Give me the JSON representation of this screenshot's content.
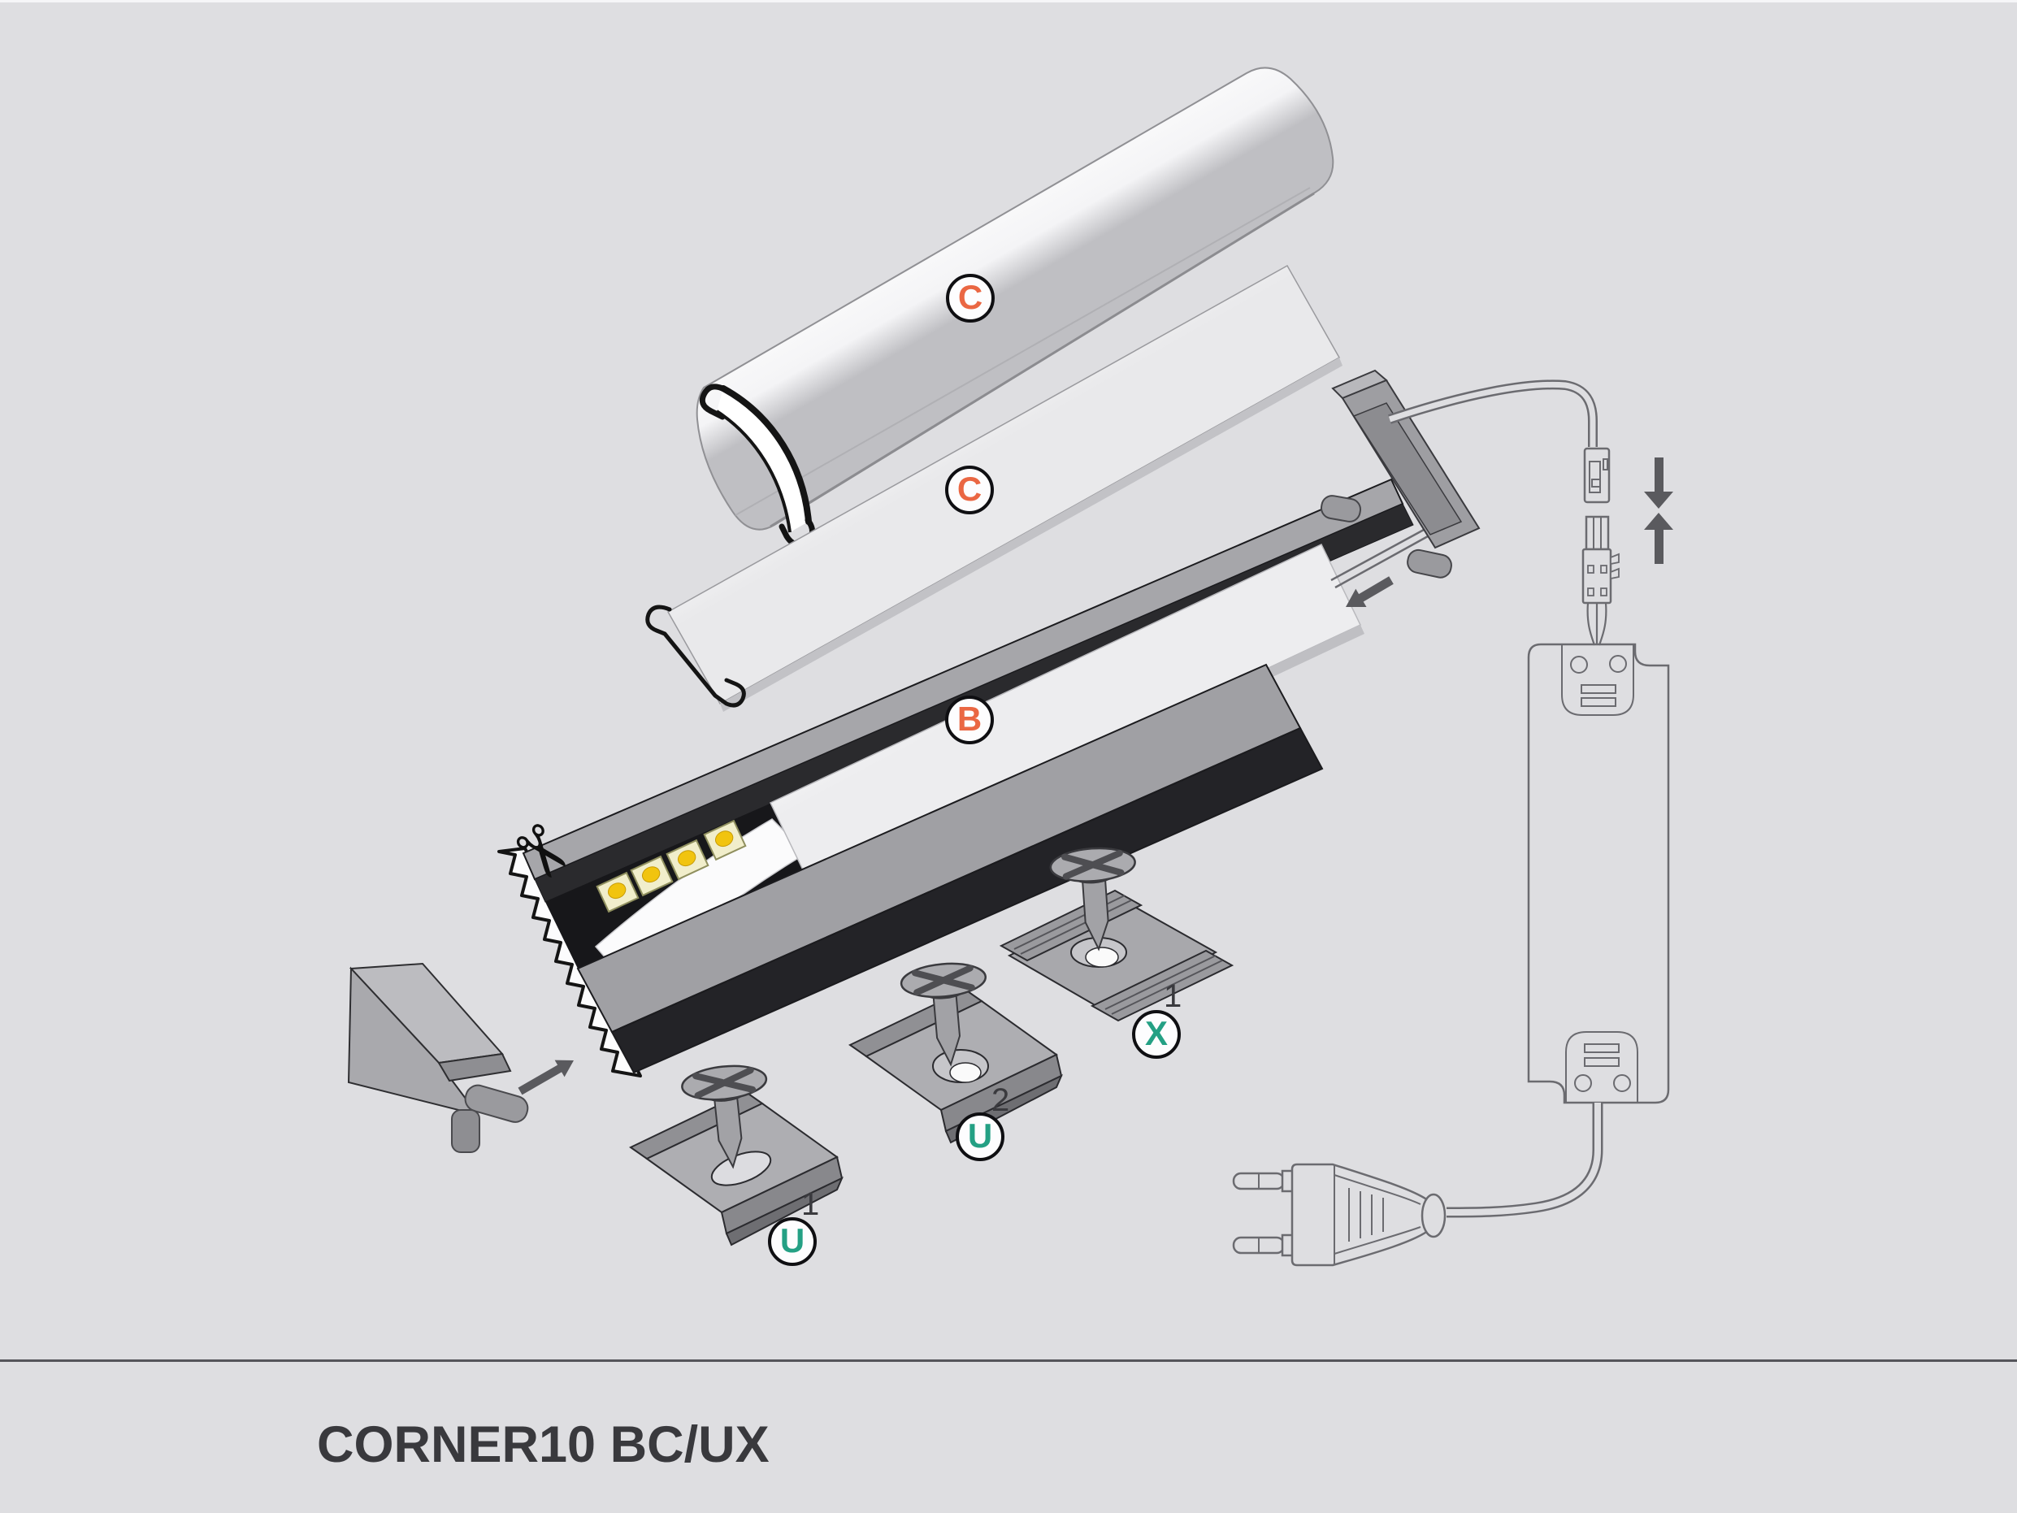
{
  "title": "CORNER10 BC/UX",
  "icons": {
    "scissors": "✂"
  },
  "colors": {
    "background": "#dedee1",
    "accent_orange": "#ea6743",
    "accent_teal": "#24a084",
    "outline_gray": "#6b6b70",
    "arrow_gray": "#5a5a5e",
    "title_text": "#39393d",
    "profile_dark": "#232326",
    "aluminum_gray": "#a6a6aa",
    "led_yellow": "#f1c40f"
  },
  "badges": [
    {
      "id": "cover-round",
      "letter": "C",
      "sup": "",
      "color": "#ea6743"
    },
    {
      "id": "cover-flat",
      "letter": "C",
      "sup": "",
      "color": "#ea6743"
    },
    {
      "id": "profile",
      "letter": "B",
      "sup": "",
      "color": "#ea6743"
    },
    {
      "id": "clip-u1",
      "letter": "U",
      "sup": "1",
      "color": "#24a084"
    },
    {
      "id": "clip-u2",
      "letter": "U",
      "sup": "2",
      "color": "#24a084"
    },
    {
      "id": "clip-x1",
      "letter": "X",
      "sup": "1",
      "color": "#24a084"
    }
  ]
}
